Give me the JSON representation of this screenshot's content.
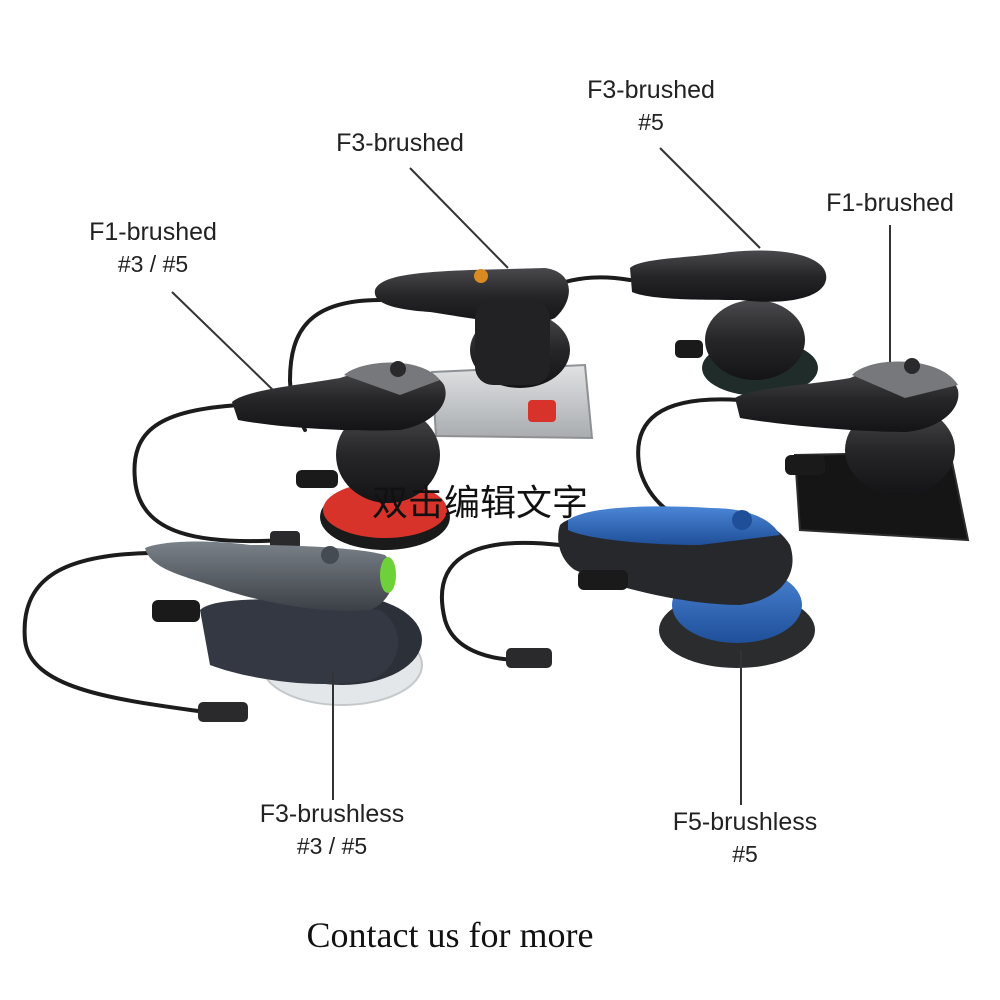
{
  "labels": {
    "f3_brushed_top": {
      "line1": "F3-brushed",
      "line2": ""
    },
    "f3_brushed_5": {
      "line1": "F3-brushed",
      "line2": "#5"
    },
    "f1_brushed_35": {
      "line1": "F1-brushed",
      "line2": "#3 / #5"
    },
    "f1_brushed_right": {
      "line1": "F1-brushed",
      "line2": ""
    },
    "f3_brushless": {
      "line1": "F3-brushless",
      "line2": "#3 / #5"
    },
    "f5_brushless": {
      "line1": "F5-brushless",
      "line2": "#5"
    }
  },
  "overlay_text": "双击编辑文字",
  "footer_text": "Contact us for more",
  "icons": [
    "orbital-sander-illustration",
    "power-cord",
    "connector-plug"
  ],
  "colors": {
    "tool_black": "#2a2a2c",
    "tool_grey": "#6e7378",
    "pad_red": "#d8332b",
    "pad_white": "#eef0f1",
    "tool_blue": "#2f67b8",
    "accent_green": "#6fd13a",
    "plate_silver": "#c9cbcd"
  }
}
